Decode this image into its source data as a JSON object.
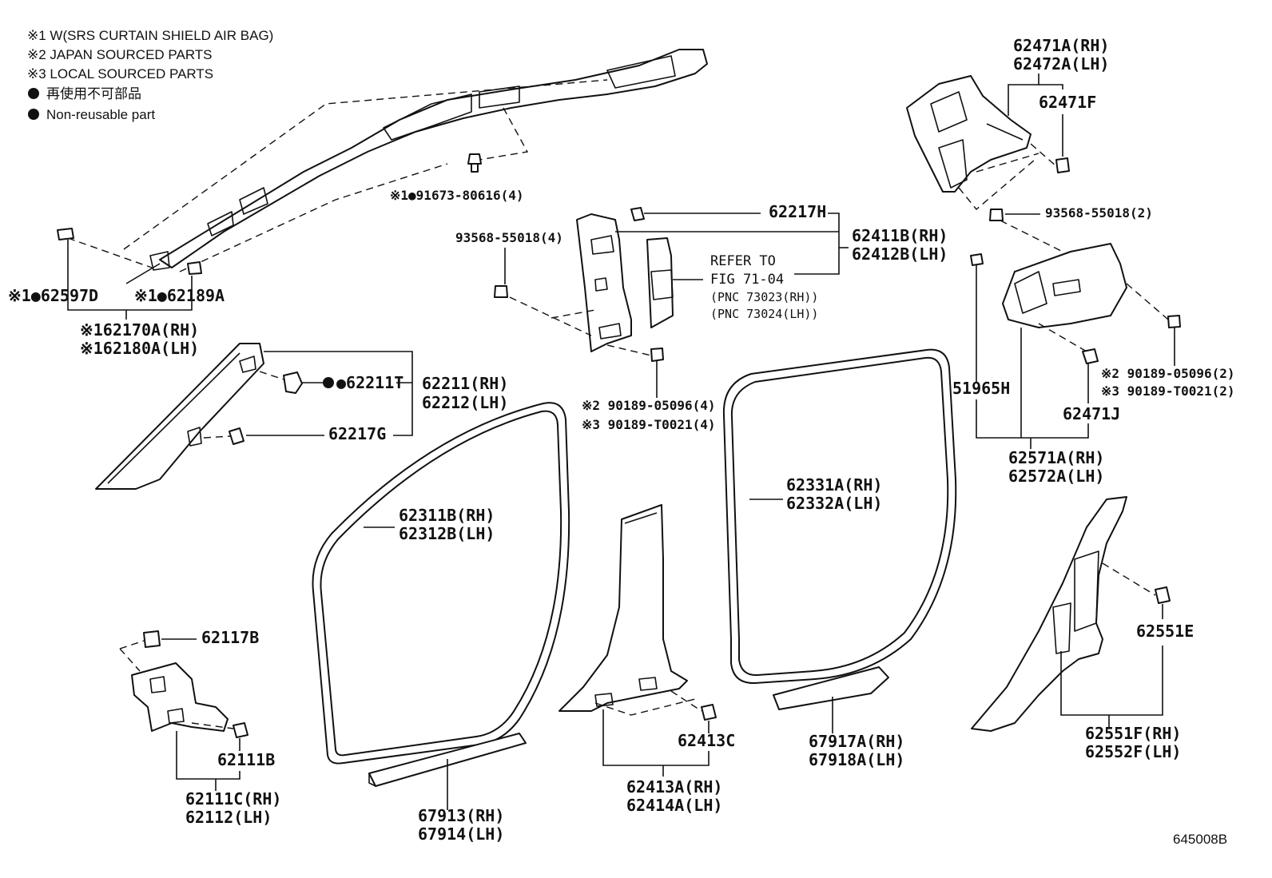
{
  "notes": {
    "n1": "※1 W(SRS CURTAIN SHIELD AIR BAG)",
    "n2": "※2 JAPAN SOURCED PARTS",
    "n3": "※3 LOCAL SOURCED PARTS",
    "n4": "再使用不可部品",
    "n5": "Non-reusable part"
  },
  "parts": {
    "p_91673": "※1●91673-80616(4)",
    "p_62597D": "※1●62597D",
    "p_62189A": "※1●62189A",
    "p_62170A": "※162170A(RH)",
    "p_62180A": "※162180A(LH)",
    "p_62211T": "●62211T",
    "p_62211": "62211(RH)",
    "p_62212": "62212(LH)",
    "p_62217G": "62217G",
    "p_93568_4": "93568-55018(4)",
    "p_62217H": "62217H",
    "p_62411B": "62411B(RH)",
    "p_62412B": "62412B(LH)",
    "refer1": "REFER TO",
    "refer2": "FIG 71-04",
    "refer3": "(PNC 73023(RH))",
    "refer4": "(PNC 73024(LH))",
    "p_90189_05096_4": "※2  90189-05096(4)",
    "p_90189_T0021_4": "※3  90189-T0021(4)",
    "p_62471A": "62471A(RH)",
    "p_62472A": "62472A(LH)",
    "p_62471F": "62471F",
    "p_93568_2": "93568-55018(2)",
    "p_51965H": "51965H",
    "p_90189_05096_2": "※2  90189-05096(2)",
    "p_90189_T0021_2": "※3  90189-T0021(2)",
    "p_62471J": "62471J",
    "p_62571A": "62571A(RH)",
    "p_62572A": "62572A(LH)",
    "p_62311B": "62311B(RH)",
    "p_62312B": "62312B(LH)",
    "p_62331A": "62331A(RH)",
    "p_62332A": "62332A(LH)",
    "p_62117B": "62117B",
    "p_62111B": "62111B",
    "p_62111C": "62111C(RH)",
    "p_62112": "62112(LH)",
    "p_67913": "67913(RH)",
    "p_67914": "67914(LH)",
    "p_62413C": "62413C",
    "p_62413A": "62413A(RH)",
    "p_62414A": "62414A(LH)",
    "p_67917A": "67917A(RH)",
    "p_67918A": "67918A(LH)",
    "p_62551E": "62551E",
    "p_62551F": "62551F(RH)",
    "p_62552F": "62552F(LH)"
  },
  "figure_id": "645008B"
}
